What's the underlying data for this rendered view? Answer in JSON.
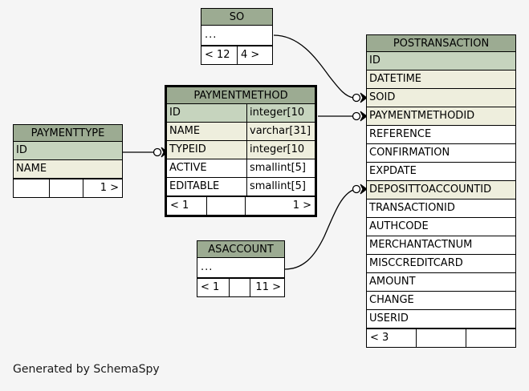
{
  "diagram": {
    "generator_note": "Generated by SchemaSpy",
    "background_color": "#f5f5f5",
    "header_color": "#9cab92",
    "primary_key_color": "#c6d4be",
    "foreign_key_color": "#eeeedd",
    "plain_color": "#ffffff",
    "line_color": "#000000"
  },
  "tables": {
    "so": {
      "title": "SO",
      "collapsed_marker": "...",
      "footer": [
        {
          "label": "< 12",
          "align": "left"
        },
        {
          "label": "4 >",
          "align": "left"
        }
      ]
    },
    "paymentmethod": {
      "title": "PAYMENTMETHOD",
      "columns": [
        {
          "name": "ID",
          "type": "integer[10",
          "kind": "pk"
        },
        {
          "name": "NAME",
          "type": "varchar[31]",
          "kind": "fk"
        },
        {
          "name": "TYPEID",
          "type": "integer[10",
          "kind": "fk"
        },
        {
          "name": "ACTIVE",
          "type": "smallint[5]",
          "kind": "plain"
        },
        {
          "name": "EDITABLE",
          "type": "smallint[5]",
          "kind": "plain"
        }
      ],
      "footer": [
        {
          "label": "< 1",
          "align": "left"
        },
        {
          "label": "",
          "align": "left"
        },
        {
          "label": "1 >",
          "align": "right"
        }
      ]
    },
    "paymenttype": {
      "title": "PAYMENTTYPE",
      "columns": [
        {
          "name": "ID",
          "kind": "pk"
        },
        {
          "name": "NAME",
          "kind": "fk"
        }
      ],
      "footer": [
        {
          "label": "",
          "align": "left"
        },
        {
          "label": "",
          "align": "left"
        },
        {
          "label": "1 >",
          "align": "right"
        }
      ]
    },
    "asaccount": {
      "title": "ASACCOUNT",
      "collapsed_marker": "...",
      "footer": [
        {
          "label": "< 1",
          "align": "left"
        },
        {
          "label": "",
          "align": "left"
        },
        {
          "label": "11 >",
          "align": "right"
        }
      ]
    },
    "postransaction": {
      "title": "POSTRANSACTION",
      "columns": [
        {
          "name": "ID",
          "kind": "pk"
        },
        {
          "name": "DATETIME",
          "kind": "fk"
        },
        {
          "name": "SOID",
          "kind": "fk"
        },
        {
          "name": "PAYMENTMETHODID",
          "kind": "fk"
        },
        {
          "name": "REFERENCE",
          "kind": "plain"
        },
        {
          "name": "CONFIRMATION",
          "kind": "plain"
        },
        {
          "name": "EXPDATE",
          "kind": "plain"
        },
        {
          "name": "DEPOSITTOACCOUNTID",
          "kind": "fk"
        },
        {
          "name": "TRANSACTIONID",
          "kind": "plain"
        },
        {
          "name": "AUTHCODE",
          "kind": "plain"
        },
        {
          "name": "MERCHANTACTNUM",
          "kind": "plain"
        },
        {
          "name": "MISCCREDITCARD",
          "kind": "plain"
        },
        {
          "name": "AMOUNT",
          "kind": "plain"
        },
        {
          "name": "CHANGE",
          "kind": "plain"
        },
        {
          "name": "USERID",
          "kind": "plain"
        }
      ],
      "footer": [
        {
          "label": "< 3",
          "align": "left"
        },
        {
          "label": "",
          "align": "left"
        },
        {
          "label": "",
          "align": "left"
        }
      ]
    }
  },
  "relationships": [
    {
      "from": "so",
      "to": "postransaction",
      "to_column": "SOID"
    },
    {
      "from": "paymentmethod",
      "to": "postransaction",
      "to_column": "PAYMENTMETHODID"
    },
    {
      "from": "asaccount",
      "to": "postransaction",
      "to_column": "DEPOSITTOACCOUNTID"
    },
    {
      "from": "paymenttype",
      "to": "paymentmethod",
      "to_column": "TYPEID"
    }
  ]
}
